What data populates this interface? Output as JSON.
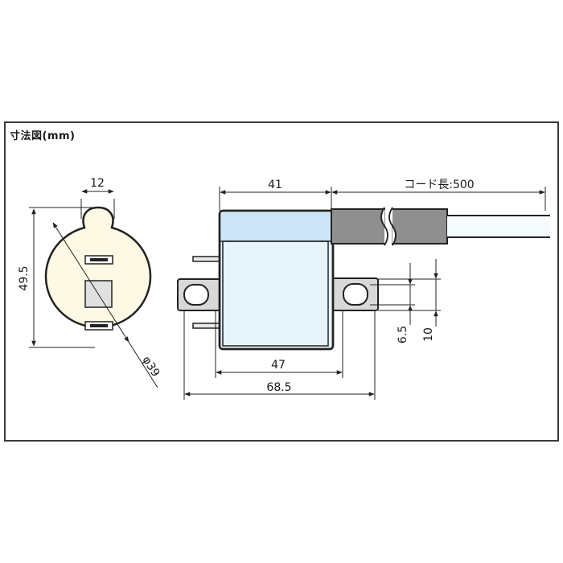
{
  "title": "寸法図(mm)",
  "dimensions": {
    "lug_width": "12",
    "height": "49.5",
    "diameter": "φ39",
    "body_length": "41",
    "cord_length": "コード長:500",
    "mount_gap": "47",
    "overall_length": "68.5",
    "hole_small": "6.5",
    "hole_large": "10"
  },
  "colors": {
    "frame": "#3a3a3a",
    "cream": "#fdf9e4",
    "body_blue": "#e6f3fb",
    "body_top_blue": "#cde5f6",
    "cord_gray": "#8f8f8f",
    "cord_white": "#f5fafd",
    "plate_gray": "#d8d8d8"
  }
}
